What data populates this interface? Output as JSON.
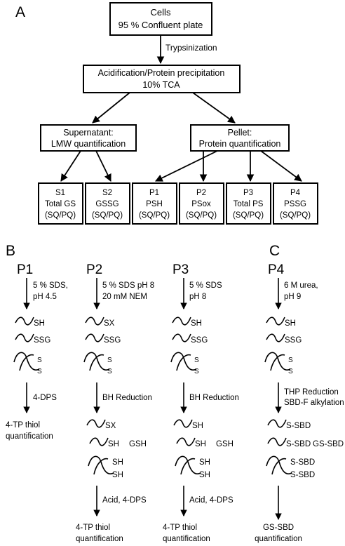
{
  "panels": {
    "a": "A",
    "b": "B",
    "c": "C"
  },
  "top_box": {
    "line1": "Cells",
    "line2": "95 % Confluent plate"
  },
  "step1": "Trypsinization",
  "tca_box": {
    "line1": "Acidification/Protein precipitation",
    "line2": "10% TCA"
  },
  "supernatant_box": {
    "line1": "Supernatant:",
    "line2": "LMW quantification"
  },
  "pellet_box": {
    "line1": "Pellet:",
    "line2": "Protein quantification"
  },
  "fractions": [
    {
      "id": "S1",
      "name": "Total GS",
      "method": "(SQ/PQ)"
    },
    {
      "id": "S2",
      "name": "GSSG",
      "method": "(SQ/PQ)"
    },
    {
      "id": "P1",
      "name": "PSH",
      "method": "(SQ/PQ)"
    },
    {
      "id": "P2",
      "name": "PSox",
      "method": "(SQ/PQ)"
    },
    {
      "id": "P3",
      "name": "Total PS",
      "method": "(SQ/PQ)"
    },
    {
      "id": "P4",
      "name": "PSSG",
      "method": "(SQ/PQ)"
    }
  ],
  "workflows": {
    "p1": {
      "title": "P1",
      "cond1": "5 % SDS,",
      "cond2": "pH 4.5",
      "g1": "SH",
      "g2": "SSG",
      "s1": "S",
      "s2": "S",
      "step": "4-DPS",
      "out1": "4-TP thiol",
      "out2": "quantification"
    },
    "p2": {
      "title": "P2",
      "cond1": "5 % SDS pH 8",
      "cond2": "20 mM NEM",
      "g1": "SX",
      "g2": "SSG",
      "s1": "S",
      "s2": "S",
      "step": "BH Reduction",
      "r1": "SX",
      "r2": "SH",
      "r2b": "GSH",
      "r3": "SH",
      "r4": "SH",
      "step2": "Acid, 4-DPS",
      "out1": "4-TP thiol",
      "out2": "quantification"
    },
    "p3": {
      "title": "P3",
      "cond1": "5 % SDS",
      "cond2": "pH 8",
      "g1": "SH",
      "g2": "SSG",
      "s1": "S",
      "s2": "S",
      "step": "BH Reduction",
      "r1": "SH",
      "r2": "SH",
      "r2b": "GSH",
      "r3": "SH",
      "r4": "SH",
      "step2": "Acid, 4-DPS",
      "out1": "4-TP thiol",
      "out2": "quantification"
    },
    "p4": {
      "title": "P4",
      "cond1": "6 M urea,",
      "cond2": "pH 9",
      "g1": "SH",
      "g2": "SSG",
      "s1": "S",
      "s2": "S",
      "step": "THP Reduction",
      "step_b": "SBD-F alkylation",
      "r1": "S-SBD",
      "r2": "S-SBD",
      "r2b": "GS-SBD",
      "r3": "S-SBD",
      "r4": "S-SBD",
      "out1": "GS-SBD",
      "out2": "quantification"
    }
  }
}
